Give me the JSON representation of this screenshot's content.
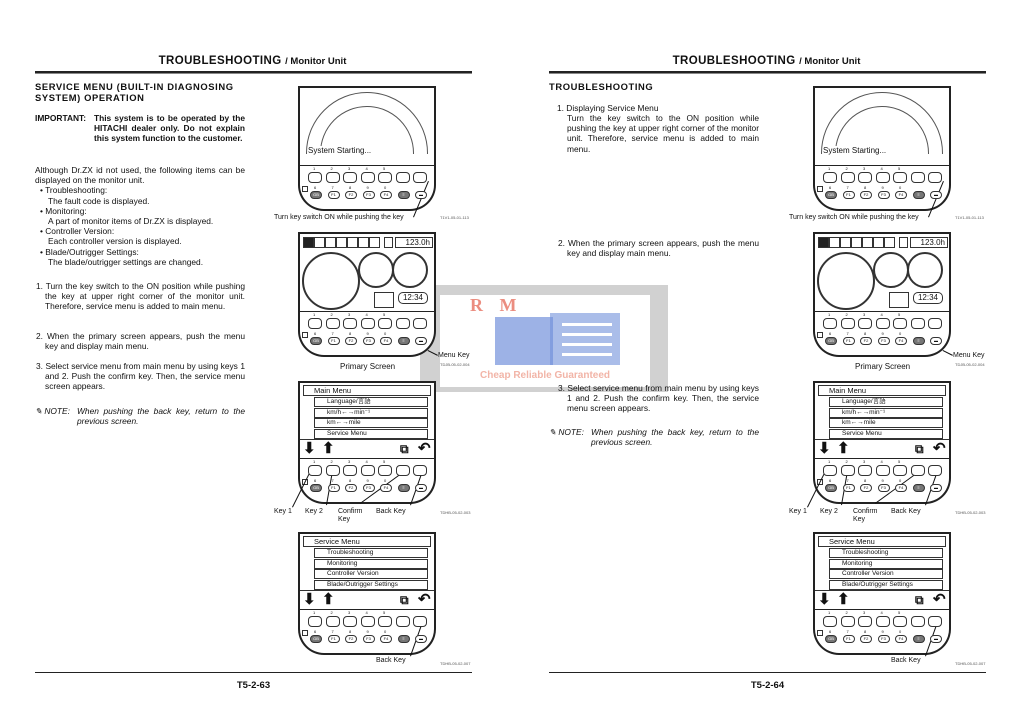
{
  "pages": [
    {
      "header": {
        "title": "TROUBLESHOOTING",
        "sub": "/ Monitor Unit"
      },
      "heading": "SERVICE MENU (BUILT-IN DIAGNOSING SYSTEM) OPERATION",
      "important_label": "IMPORTANT:",
      "important_text": "This system is to be operated by the HITACHI dealer only. Do not explain this system function to the customer.",
      "intro": "Although Dr.ZX id not used, the following items can be displayed on the monitor unit.",
      "bullets": [
        {
          "t": "Troubleshooting:",
          "d": "The fault code is displayed."
        },
        {
          "t": "Monitoring:",
          "d": "A part of monitor items of Dr.ZX is displayed."
        },
        {
          "t": "Controller Version:",
          "d": "Each controller version is displayed."
        },
        {
          "t": "Blade/Outrigger Settings:",
          "d": "The blade/outrigger settings are changed."
        }
      ],
      "steps": [
        "1. Turn the key switch to the ON position while pushing the key at upper right corner of the monitor unit. Therefore, service menu is added to main menu.",
        "2. When the primary screen appears, push the menu key and display main menu.",
        "3. Select service menu from main menu by using keys 1 and 2. Push the confirm key. Then, the service menu screen appears."
      ],
      "note_label": "NOTE:",
      "note": "When pushing the back key, return to the previous screen.",
      "page_number": "T5-2-63"
    },
    {
      "header": {
        "title": "TROUBLESHOOTING",
        "sub": "/ Monitor Unit"
      },
      "heading": "TROUBLESHOOTING",
      "steps": [
        "1. Displaying Service Menu",
        "Turn the key switch to the ON position while pushing the key at upper right corner of the monitor unit. Therefore, service menu is added to main menu.",
        "2. When the primary screen appears, push the menu key and display main menu.",
        "3. Select service menu from main menu by using keys 1 and 2. Push the confirm key. Then, the service menu screen appears."
      ],
      "note_label": "NOTE:",
      "note": "When pushing the back key, return to the previous screen.",
      "page_number": "T5-2-64"
    }
  ],
  "figures": {
    "start": {
      "screen_text": "System Starting...",
      "caption": "Turn key switch ON while pushing the key",
      "code": "T1V1-05-01-113"
    },
    "primary": {
      "hour_meter": "123.0h",
      "clock": "12:34",
      "caption": "Primary Screen",
      "callout": "Menu Key",
      "code": "TDJB-05-02-004"
    },
    "main_menu": {
      "title": "Main Menu",
      "items": [
        "Language/言語",
        "km/h←→min⁻¹",
        "km←→mile",
        "Service Menu"
      ],
      "callouts": [
        "Key 1",
        "Key 2",
        "Confirm Key",
        "Back Key"
      ],
      "code": "TDHB-05-02-003"
    },
    "service_menu": {
      "title": "Service Menu",
      "items": [
        "Troubleshooting",
        "Monitoring",
        "Controller Version",
        "Blade/Outrigger Settings"
      ],
      "callout": "Back Key",
      "code": "TDHB-05-02-007"
    },
    "keypad": {
      "top_numbers": [
        "1",
        "2",
        "3",
        "4",
        "5"
      ],
      "bottom_keys": [
        "GB",
        "F1",
        "F2",
        "F3",
        "F4"
      ],
      "bottom_numbers": [
        "6",
        "7",
        "8",
        "9",
        "0"
      ]
    }
  },
  "watermark": {
    "letters": "R M",
    "tagline": "Cheap Reliable Guaranteed",
    "colors": {
      "letters": "#e87a6a",
      "icon": "#5b7fd6",
      "tagline": "#f0a898"
    }
  }
}
